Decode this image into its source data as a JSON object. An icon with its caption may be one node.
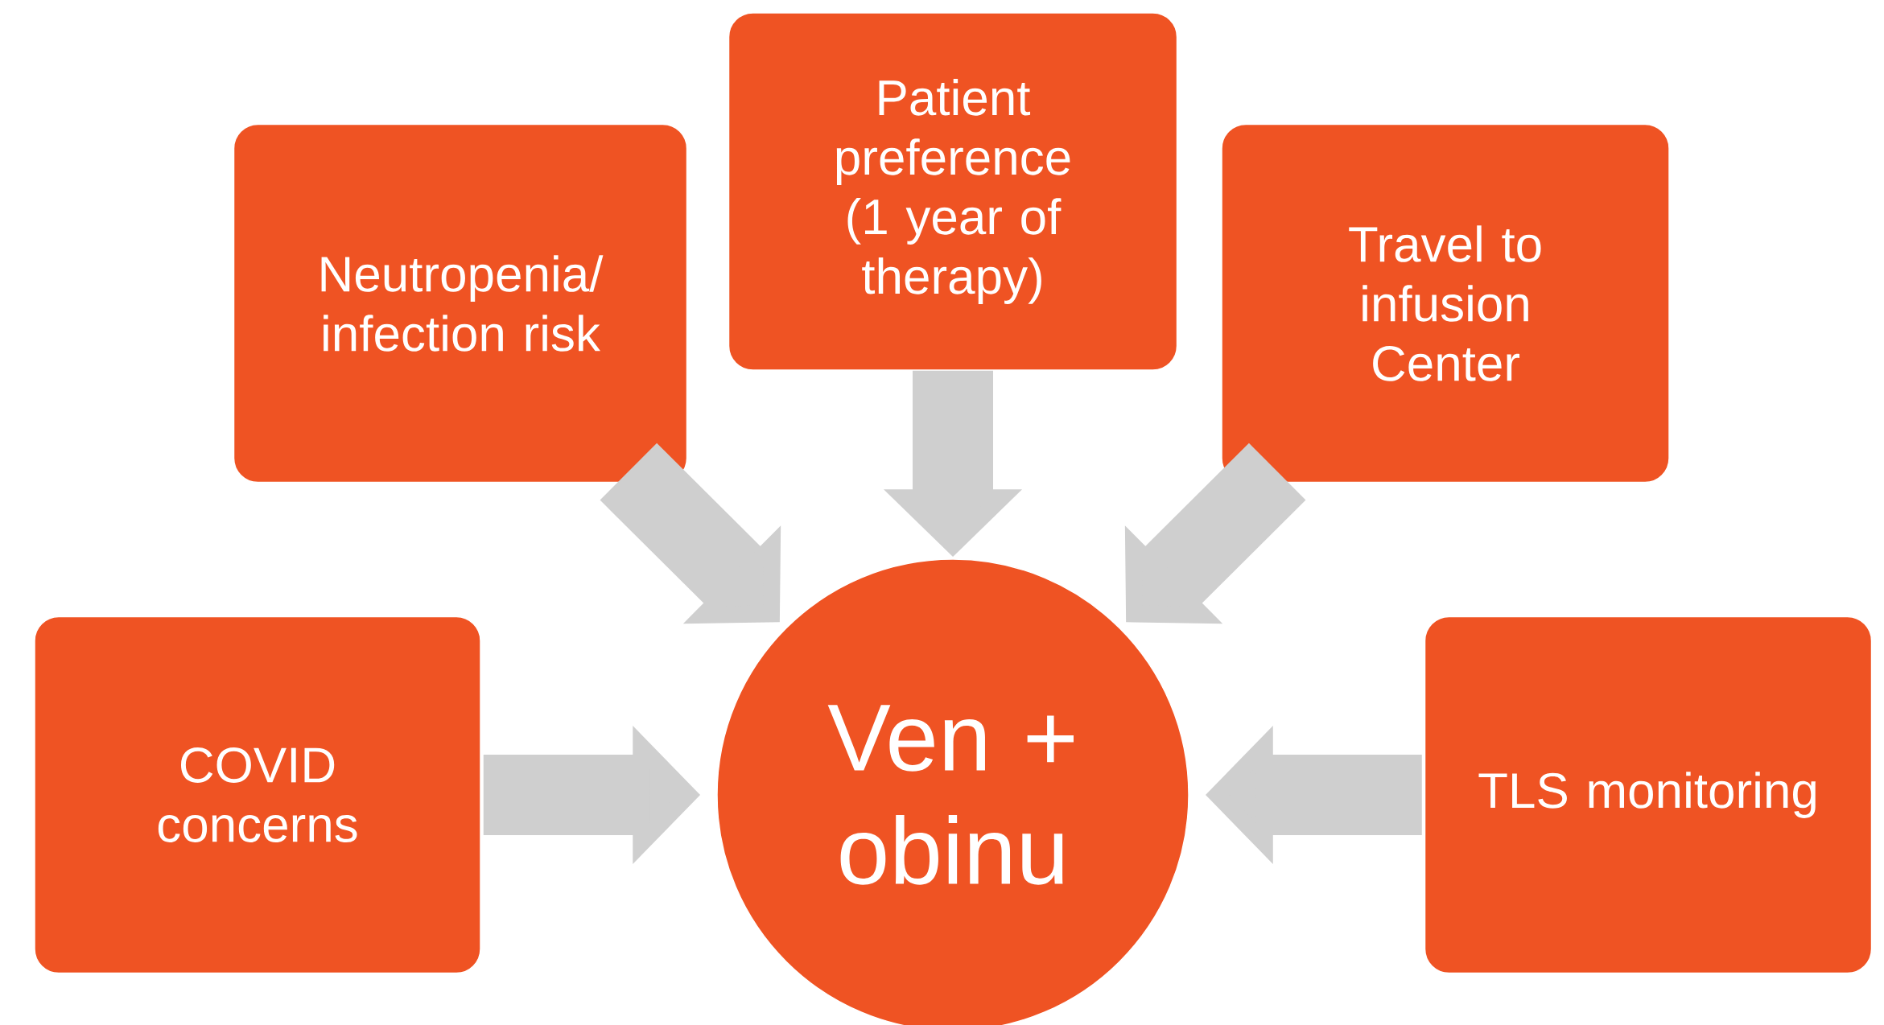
{
  "diagram": {
    "nodes": [
      {
        "text": [
          "Neutropenia/ infection risk"
        ]
      },
      {
        "text": [
          "Patient preference (1 year of therapy)"
        ]
      },
      {
        "text": [
          "Travel to infusion Center"
        ]
      },
      {
        "text": [
          "COVID concerns"
        ]
      },
      {
        "text": [
          "TLS monitoring"
        ]
      },
      {
        "text": [
          "Ven + obinu"
        ]
      }
    ],
    "edges": [
      {
        "from": 0,
        "to": 5,
        "arrow": "to"
      },
      {
        "from": 1,
        "to": 5,
        "arrow": "to"
      },
      {
        "from": 2,
        "to": 5,
        "arrow": "to"
      },
      {
        "from": 3,
        "to": 5,
        "arrow": "to"
      },
      {
        "from": 4,
        "to": 5,
        "arrow": "to"
      }
    ]
  }
}
